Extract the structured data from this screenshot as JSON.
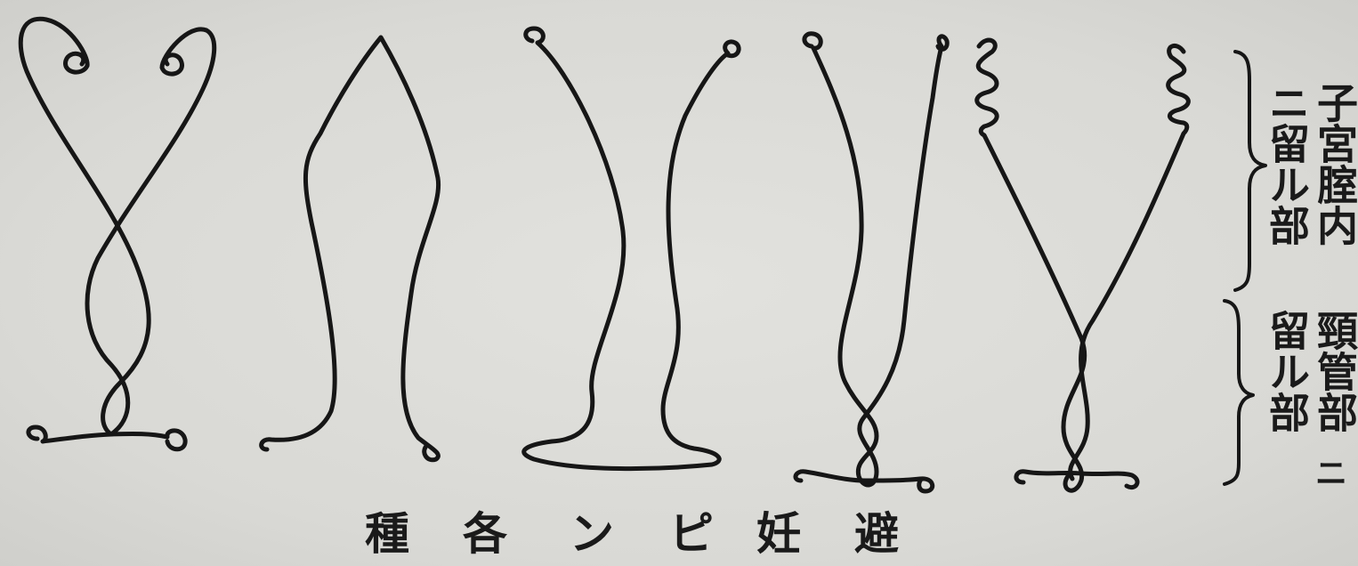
{
  "caption": {
    "chars": [
      "種",
      "各",
      "ン",
      "ピ",
      "妊",
      "避"
    ]
  },
  "labels": {
    "upper_col_1": "子宮腟内",
    "upper_col_2": "ニ留ル部",
    "lower_col_1": "頸管部",
    "lower_col_2": "留ル部",
    "lower_suffix": "ニ"
  },
  "figure": {
    "pin_count": 5,
    "pins": [
      "pin-1",
      "pin-2",
      "pin-3",
      "pin-4",
      "pin-5"
    ],
    "wire_color": "#161616",
    "paper_color": "#dcdcd8"
  }
}
